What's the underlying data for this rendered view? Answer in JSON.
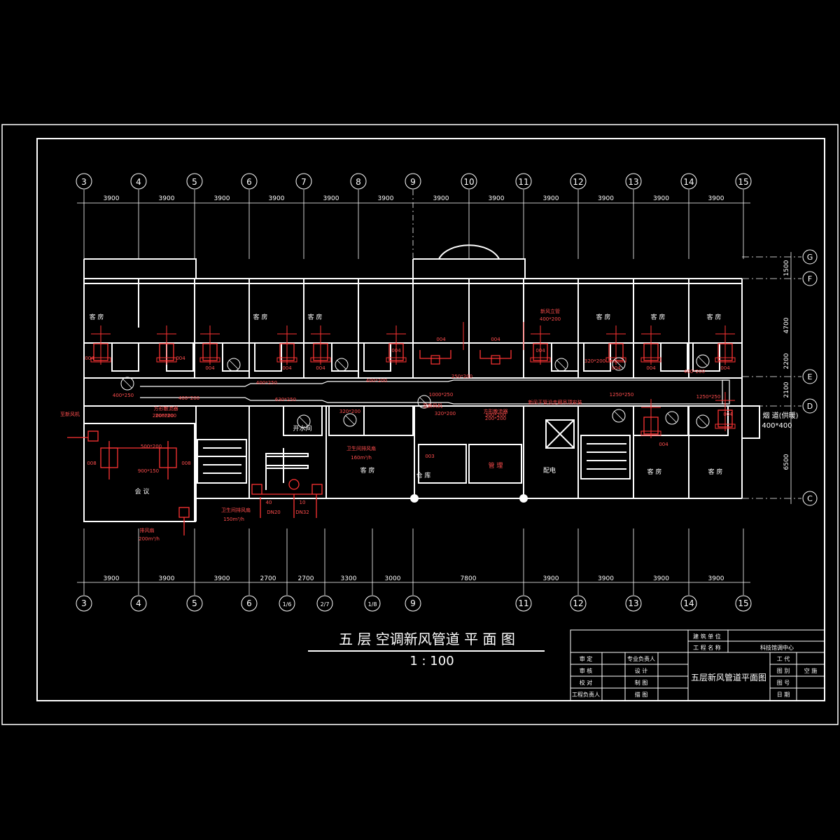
{
  "grid_axes_top": [
    "3",
    "4",
    "5",
    "6",
    "7",
    "8",
    "9",
    "10",
    "11",
    "12",
    "13",
    "14",
    "15"
  ],
  "grid_axes_bottom": [
    "3",
    "4",
    "5",
    "6",
    "1/6",
    "2/7",
    "1/8",
    "9",
    "11",
    "12",
    "13",
    "14",
    "15"
  ],
  "grid_axes_right": [
    "G",
    "F",
    "E",
    "D",
    "C"
  ],
  "dims_top": [
    "3900",
    "3900",
    "3900",
    "3900",
    "3900",
    "3900",
    "3900",
    "3900",
    "3900",
    "3900",
    "3900",
    "3900"
  ],
  "dims_bottom": [
    "3900",
    "3900",
    "3900",
    "2700",
    "2700",
    "3300",
    "3000",
    "7800",
    "3900",
    "3900",
    "3900",
    "3900"
  ],
  "dims_right": [
    "1500",
    "4700",
    "2200",
    "2100",
    "6500"
  ],
  "room_labels": {
    "guest_room": "客 房",
    "meeting_room": "会 议",
    "boiling_room": "开水间",
    "storage": "仓 库",
    "distribution": "配电",
    "management": "管 理"
  },
  "equipment": {
    "unit_004": "004",
    "unit_003": "003",
    "unit_008": "008"
  },
  "duct_sizes": [
    "400*250",
    "400*200",
    "400*250",
    "630*250",
    "400*200",
    "1000*250",
    "1250*250",
    "1250*250",
    "320*200",
    "250*200",
    "200*200",
    "500*200",
    "900*150",
    "320*200",
    "300*200",
    "400*200",
    "320*200"
  ],
  "annotations": {
    "fresh_air_riser": "新风立管",
    "fresh_air_riser_size": "400*200",
    "fresh_air_inlet": "至新风机",
    "exhaust_fan": "排风扇",
    "exhaust_flow": "200m³/h",
    "toilet_exhaust": "卫生间排风扇",
    "toilet_flow": "150m³/h",
    "public_toilet_exhaust": "卫生间排风扇",
    "public_toilet_flow": "160m³/h",
    "pipe_dn20": "DN20",
    "pipe_dn32": "DN32",
    "pipe_label_1": "40",
    "pipe_label_2": "10",
    "diffuser": "方形散流器",
    "diffuser_size": "200*200",
    "diffuser_right": "方形散流器",
    "diffuser_right_size": "200*200",
    "corridor_note": "新风干管沿走廊吊顶安装",
    "smoke_shaft": "烟 道(供暖)",
    "smoke_shaft_size": "400*400",
    "fresh_air_duct_left": "至新风机"
  },
  "title": {
    "main": "五 层  空调新风管道  平 面 图",
    "scale": "1 : 100"
  },
  "title_block": {
    "building_unit_label": "建 筑 单 位",
    "project_name_label": "工 程 名 称",
    "project_name": "科技馆调中心",
    "drawing_title": "五层新风管道平面图",
    "rows_left": [
      "审 定",
      "审 核",
      "校 对",
      "工程负责人"
    ],
    "rows_mid": [
      "专业负责人",
      "设 计",
      "制 图",
      "描 图"
    ],
    "rows_right_labels": [
      "工 代",
      "图 别",
      "图 号",
      "日 期"
    ],
    "rows_right_values": [
      "",
      "空 施",
      "",
      ""
    ]
  },
  "colors": {
    "background": "#000000",
    "structure": "#ffffff",
    "hvac": "#ff0000",
    "equipment": "#ff4d4d"
  }
}
